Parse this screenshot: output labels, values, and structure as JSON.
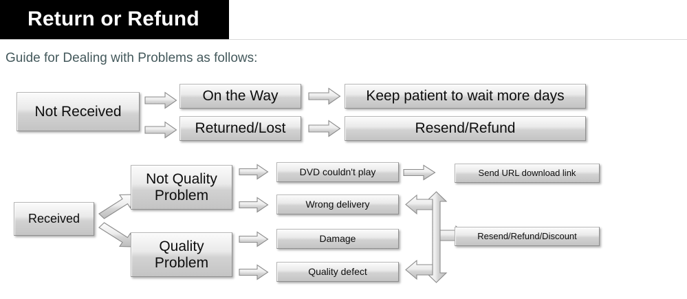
{
  "header": {
    "title": "Return or Refund",
    "subtitle": "Guide for Dealing with Problems as follows:",
    "bar_color": "#000000",
    "title_color": "#ffffff",
    "subtitle_color": "#44595c"
  },
  "diagram": {
    "not_received_flow": {
      "source": "Not Received",
      "branches": [
        {
          "stage": "On the Way",
          "outcome": "Keep patient to wait more days"
        },
        {
          "stage": "Returned/Lost",
          "outcome": "Resend/Refund"
        }
      ]
    },
    "received_flow": {
      "source": "Received",
      "categories": [
        {
          "name": "Not Quality Problem",
          "name_line1": "Not Quality",
          "name_line2": "Problem",
          "issues": [
            "DVD couldn't play",
            "Wrong delivery"
          ]
        },
        {
          "name": "Quality Problem",
          "name_line1": "Quality",
          "name_line2": "Problem",
          "issues": [
            "Damage",
            "Quality defect"
          ]
        }
      ],
      "resolutions": [
        "Send URL download link",
        "Resend/Refund/Discount"
      ]
    }
  },
  "icons": {
    "arrow_right": "arrow-right-icon",
    "arrow_left": "arrow-left-icon",
    "arrow_up_right": "arrow-up-right-icon",
    "arrow_down_right": "arrow-down-right-icon",
    "arrow_vertical_double": "arrow-vertical-double-icon"
  },
  "colors": {
    "box_fill_top": "#fbfbfb",
    "box_fill_bottom": "#c4c4c4",
    "box_border": "#8f8f8f",
    "arrow_stroke": "#8a8a8a",
    "background": "#ffffff"
  }
}
